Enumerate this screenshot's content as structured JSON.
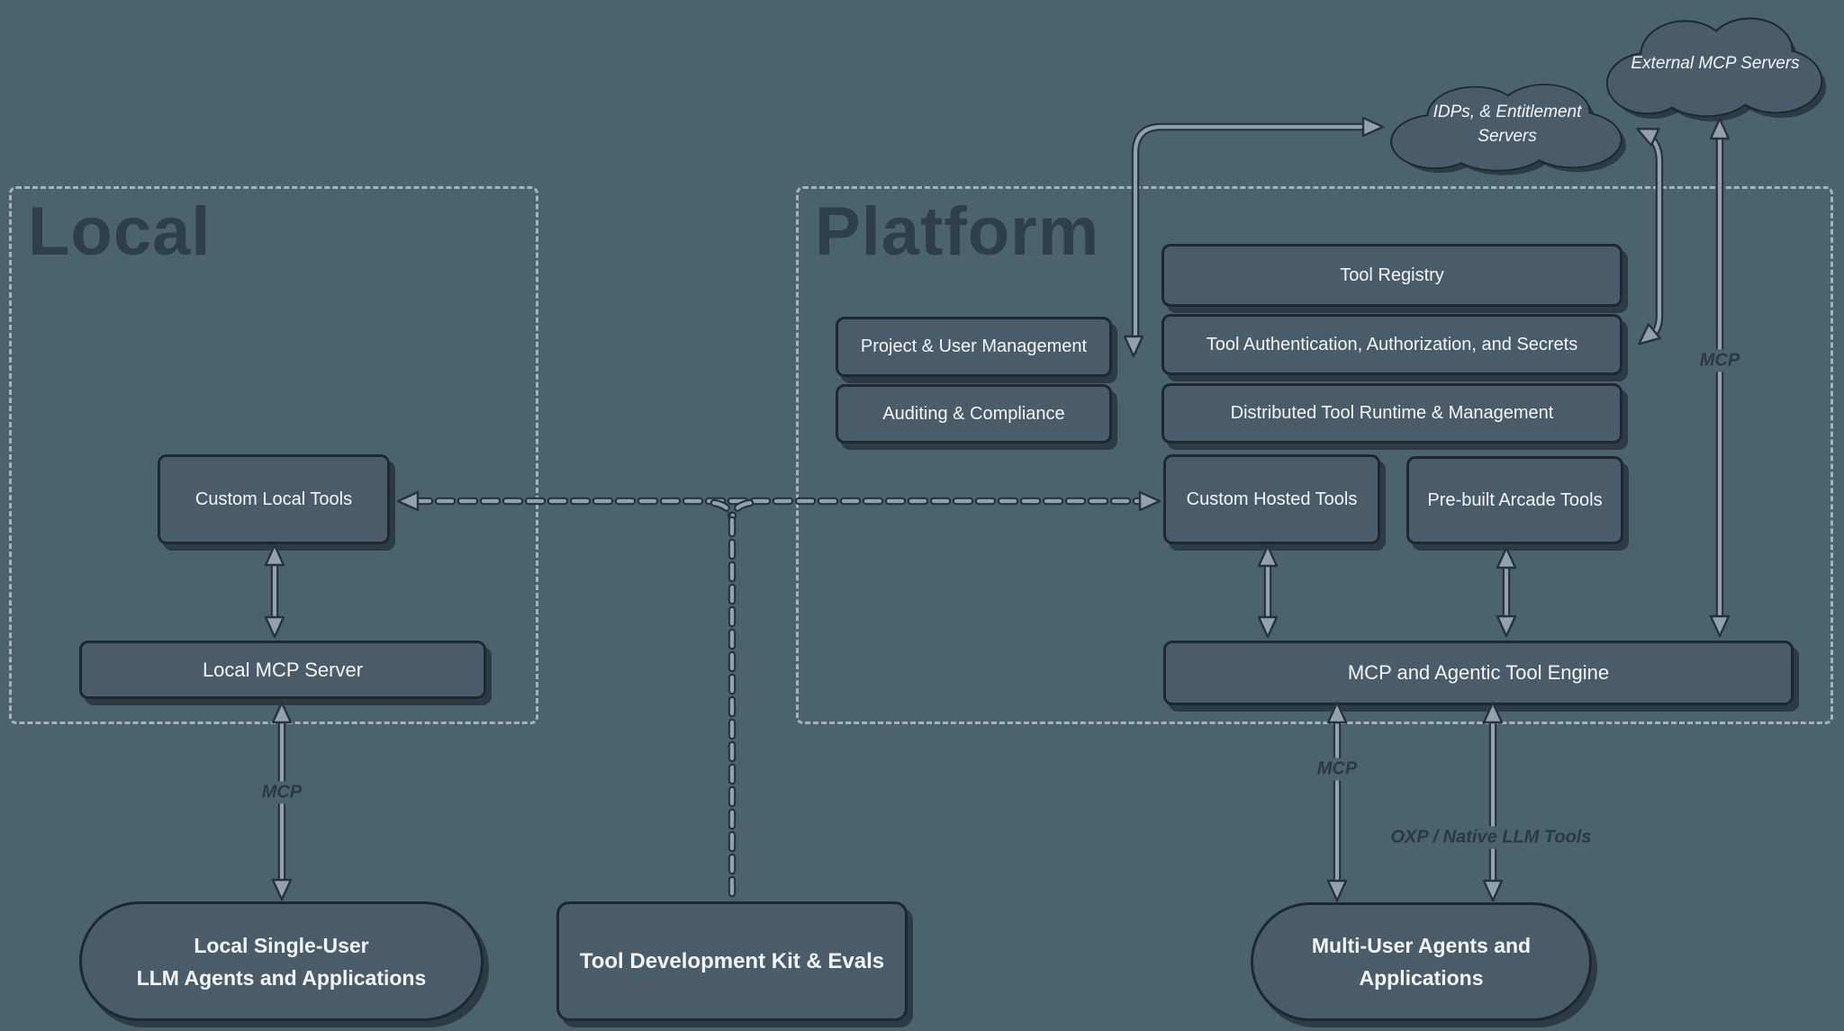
{
  "colors": {
    "bg": "#4b636d",
    "node_fill": "#4a5b6a",
    "node_border": "#1d2833",
    "node_text": "#f3f6f8",
    "region_border": "#a6b2bc",
    "title": "#2f3e4c",
    "arrow_core": "#93a1ad",
    "arrow_outline": "#26333f",
    "label": "#2b3947"
  },
  "regions": {
    "local": {
      "title": "Local"
    },
    "platform": {
      "title": "Platform"
    }
  },
  "clouds": {
    "external": {
      "label": "External MCP Servers"
    },
    "idps": {
      "line1": "IDPs, & Entitlement",
      "line2": "Servers"
    }
  },
  "nodes": {
    "tool_registry": "Tool Registry",
    "project_user_mgmt": "Project & User Management",
    "tool_auth": "Tool Authentication, Authorization, and Secrets",
    "auditing_compliance": "Auditing & Compliance",
    "distributed_runtime": "Distributed Tool Runtime & Management",
    "custom_local_tools": "Custom Local Tools",
    "custom_hosted_tools": "Custom Hosted Tools",
    "prebuilt_arcade_tools": "Pre-built Arcade Tools",
    "local_mcp_server": "Local MCP Server",
    "mcp_engine": "MCP and Agentic Tool Engine",
    "tdk": "Tool Development Kit & Evals",
    "local_single_user": {
      "line1": "Local Single-User",
      "line2": "LLM Agents and Applications"
    },
    "multi_user": {
      "line1": "Multi-User Agents and",
      "line2": "Applications"
    }
  },
  "edge_labels": {
    "local_mcp": "MCP",
    "engine_mcp": "MCP",
    "engine_oxp": "OXP / Native LLM Tools",
    "external_mcp": "MCP"
  }
}
